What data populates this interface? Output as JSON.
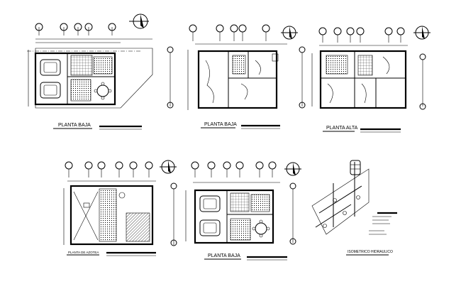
{
  "drawings": {
    "ground_floor_label": "PLANTA BAJA",
    "ground_floor_alt_label": "PLANTA BAJA",
    "upper_floor_label": "PLANTA ALTA",
    "roof_label": "PLANTA DE AZOTEA",
    "ground_floor_furnished_label": "PLANTA BAJA",
    "isometric_label": "ISOMETRICO HIDRAULICO"
  }
}
